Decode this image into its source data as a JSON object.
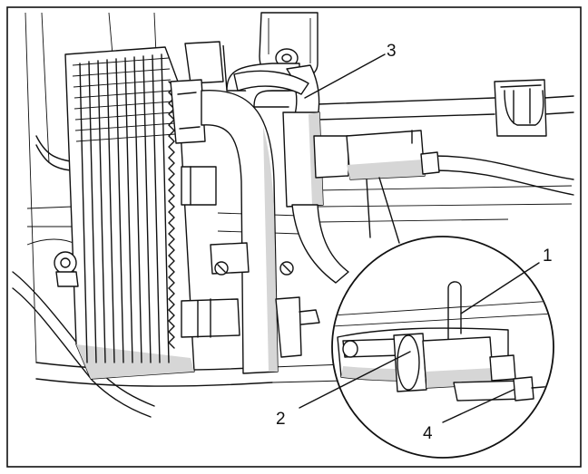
{
  "callouts": {
    "c1": "1",
    "c2": "2",
    "c3": "3",
    "c4": "4"
  },
  "colors": {
    "line": "#111111",
    "shade": "#d6d6d6",
    "background": "#ffffff"
  }
}
